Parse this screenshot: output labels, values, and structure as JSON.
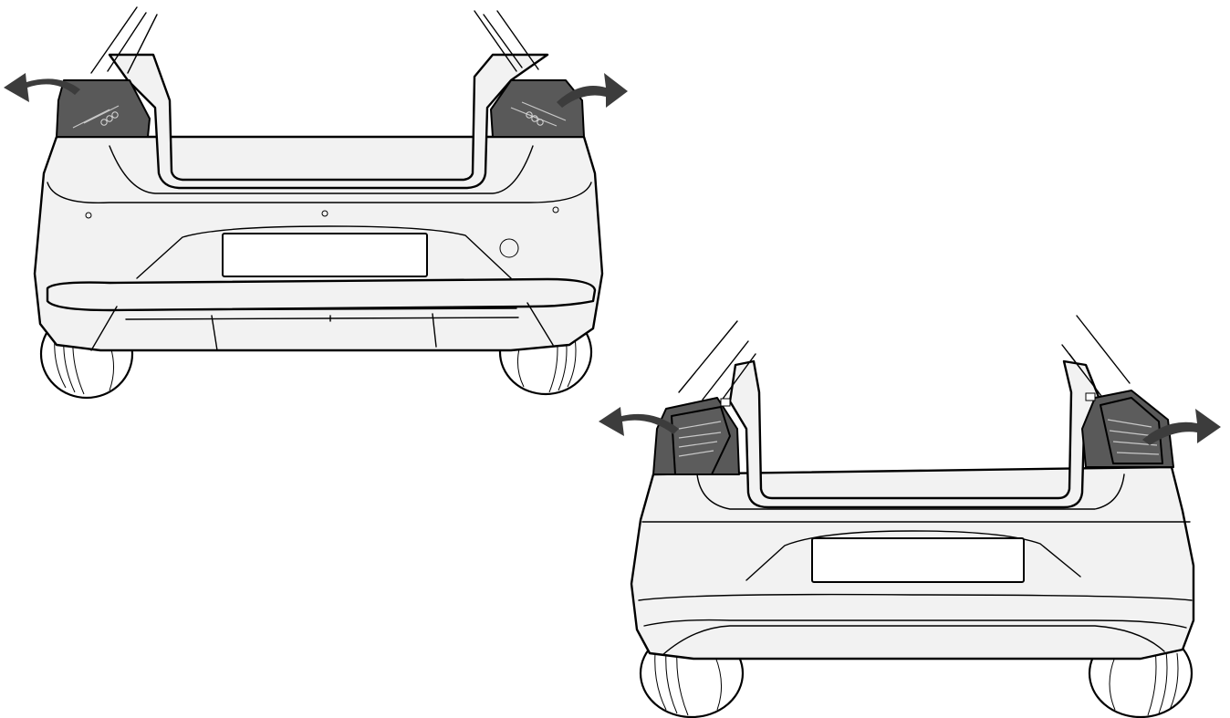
{
  "figure": {
    "panels": [
      {
        "id": "top-left",
        "variant": "tail lamps opening outward"
      },
      {
        "id": "bottom-right",
        "variant": "tail lamps opening outward"
      }
    ]
  },
  "colors": {
    "background": "#ffffff",
    "body": "#f2f2f2",
    "outline": "#000000",
    "lamp": "#595959",
    "arrow": "#3c3c3c"
  },
  "icons": {
    "direction_arrow": "curved-arrow-icon"
  }
}
